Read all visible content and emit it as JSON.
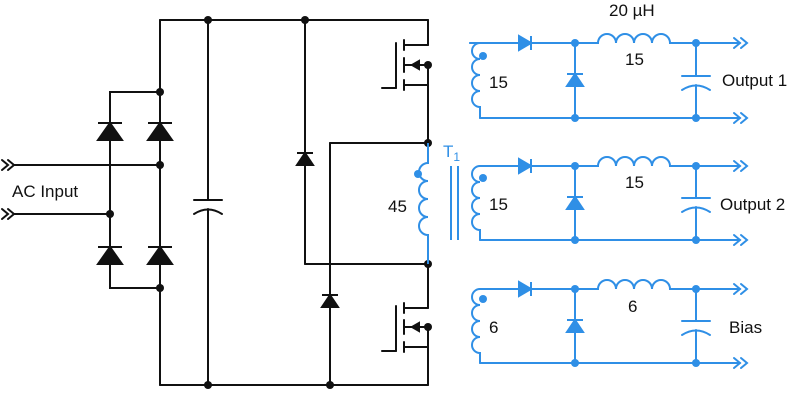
{
  "labels": {
    "ac_input": "AC Input",
    "transformer": "T",
    "transformer_sub": "1",
    "primary_turns": "45",
    "inductance": "20 µH"
  },
  "outputs": [
    {
      "winding_turns": "15",
      "inductor_turns": "15",
      "name": "Output 1"
    },
    {
      "winding_turns": "15",
      "inductor_turns": "15",
      "name": "Output 2"
    },
    {
      "winding_turns": "6",
      "inductor_turns": "6",
      "name": "Bias"
    }
  ],
  "colors": {
    "primary": "#111111",
    "secondary": "#2f8fe6"
  }
}
